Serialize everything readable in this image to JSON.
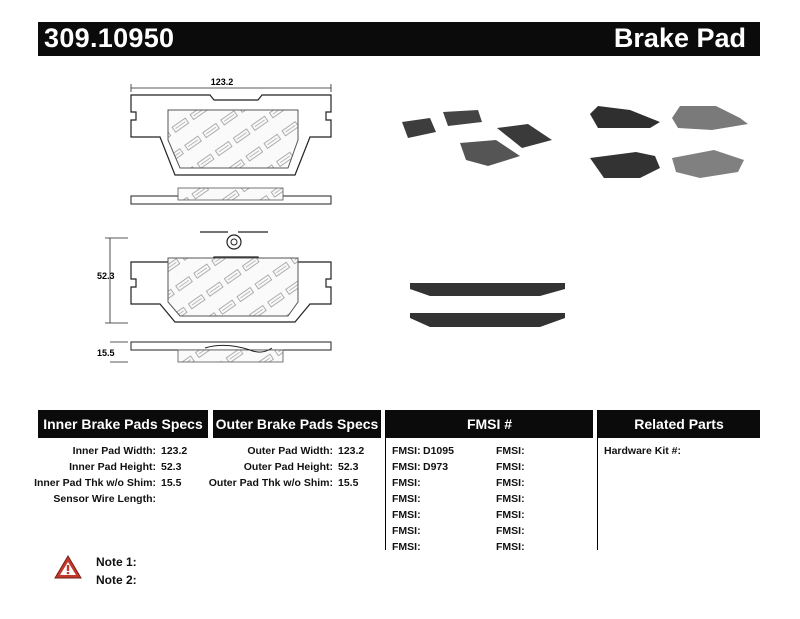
{
  "header": {
    "part_number": "309.10950",
    "title": "Brake Pad"
  },
  "dimensions": {
    "width": "123.2",
    "height": "52.3",
    "thickness": "15.5"
  },
  "columns": {
    "inner": "Inner Brake Pads Specs",
    "outer": "Outer Brake Pads Specs",
    "fmsi": "FMSI #",
    "related": "Related Parts"
  },
  "inner_specs": [
    {
      "label": "Inner Pad Width:",
      "value": "123.2"
    },
    {
      "label": "Inner Pad Height:",
      "value": "52.3"
    },
    {
      "label": "Inner Pad Thk w/o Shim:",
      "value": "15.5"
    },
    {
      "label": "Sensor Wire Length:",
      "value": ""
    }
  ],
  "outer_specs": [
    {
      "label": "Outer Pad Width:",
      "value": "123.2"
    },
    {
      "label": "Outer Pad Height:",
      "value": "52.3"
    },
    {
      "label": "Outer Pad Thk w/o Shim:",
      "value": "15.5"
    }
  ],
  "fmsi_left": [
    {
      "label": "FMSI:",
      "value": "D1095"
    },
    {
      "label": "FMSI:",
      "value": "D973"
    },
    {
      "label": "FMSI:",
      "value": ""
    },
    {
      "label": "FMSI:",
      "value": ""
    },
    {
      "label": "FMSI:",
      "value": ""
    },
    {
      "label": "FMSI:",
      "value": ""
    },
    {
      "label": "FMSI:",
      "value": ""
    }
  ],
  "fmsi_right": [
    {
      "label": "FMSI:",
      "value": ""
    },
    {
      "label": "FMSI:",
      "value": ""
    },
    {
      "label": "FMSI:",
      "value": ""
    },
    {
      "label": "FMSI:",
      "value": ""
    },
    {
      "label": "FMSI:",
      "value": ""
    },
    {
      "label": "FMSI:",
      "value": ""
    },
    {
      "label": "FMSI:",
      "value": ""
    }
  ],
  "related": {
    "hardware_label": "Hardware Kit #:",
    "hardware_value": ""
  },
  "notes": [
    {
      "label": "Note 1:",
      "value": ""
    },
    {
      "label": "Note 2:",
      "value": ""
    }
  ],
  "icons": {
    "warning": "warning-triangle-icon"
  },
  "colors": {
    "header_bg": "#0b0b0b",
    "pad_dark": "#3d3d3d",
    "pad_light": "#7a7a7a",
    "warning": "#c0392b"
  }
}
